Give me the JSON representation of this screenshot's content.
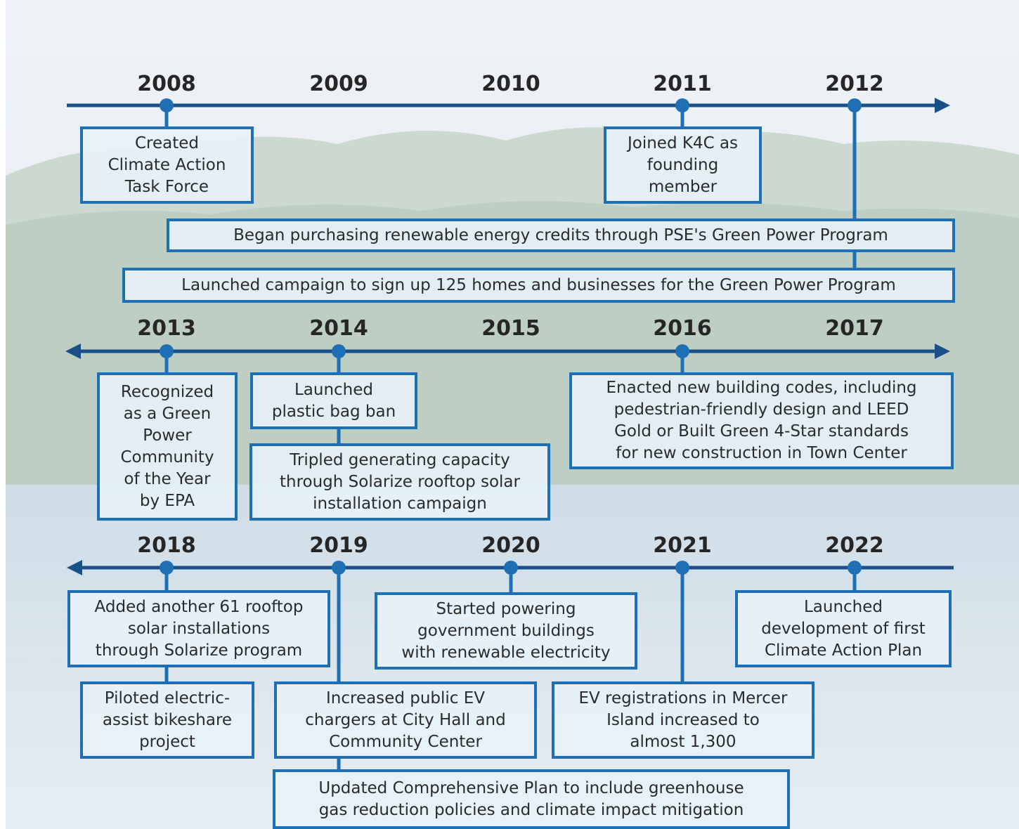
{
  "colors": {
    "axis": "#1b4f8a",
    "box_border": "#1f6fb5",
    "box_fill": "#e6f1f8",
    "year_text": "#262626",
    "body_text": "#2b2b2b"
  },
  "rows": [
    {
      "id": "row1",
      "years": [
        "2008",
        "2009",
        "2010",
        "2011",
        "2012"
      ],
      "events": [
        {
          "id": "e2008",
          "year": "2008",
          "text": "Created\nClimate Action\nTask Force"
        },
        {
          "id": "e2011",
          "year": "2011",
          "text": "Joined K4C as\nfounding\nmember"
        },
        {
          "id": "e2012a",
          "year": "2012",
          "text": "Began purchasing renewable energy credits through PSE's Green Power Program"
        },
        {
          "id": "e2012b",
          "year": "2012",
          "text": "Launched campaign to sign up 125 homes and businesses for the Green Power Program"
        }
      ]
    },
    {
      "id": "row2",
      "years": [
        "2013",
        "2014",
        "2015",
        "2016",
        "2017"
      ],
      "events": [
        {
          "id": "e2013",
          "year": "2013",
          "text": "Recognized\nas a Green\nPower\nCommunity\nof the Year\nby EPA"
        },
        {
          "id": "e2014a",
          "year": "2014",
          "text": "Launched\nplastic bag ban"
        },
        {
          "id": "e2014b",
          "year": "2014",
          "text": "Tripled generating capacity\nthrough Solarize rooftop solar\ninstallation campaign"
        },
        {
          "id": "e2016",
          "year": "2016",
          "text": "Enacted new building codes, including\npedestrian-friendly design and LEED\nGold or Built Green 4-Star standards\nfor new construction in Town Center"
        }
      ]
    },
    {
      "id": "row3",
      "years": [
        "2018",
        "2019",
        "2020",
        "2021",
        "2022"
      ],
      "events": [
        {
          "id": "e2018a",
          "year": "2018",
          "text": "Added another 61 rooftop\nsolar installations\nthrough Solarize program"
        },
        {
          "id": "e2018b",
          "year": "2018",
          "text": "Piloted electric-\nassist bikeshare\nproject"
        },
        {
          "id": "e2019a",
          "year": "2019",
          "text": "Increased public EV\nchargers at City Hall and\nCommunity Center"
        },
        {
          "id": "e2019b",
          "year": "2019",
          "text": "Updated Comprehensive Plan to include greenhouse\ngas reduction policies and climate impact mitigation"
        },
        {
          "id": "e2020",
          "year": "2020",
          "text": "Started powering\ngovernment buildings\nwith renewable electricity"
        },
        {
          "id": "e2021",
          "year": "2021",
          "text": "EV registrations in Mercer\nIsland increased to\nalmost 1,300"
        },
        {
          "id": "e2022",
          "year": "2022",
          "text": "Launched\ndevelopment of first\nClimate Action Plan"
        }
      ]
    }
  ]
}
